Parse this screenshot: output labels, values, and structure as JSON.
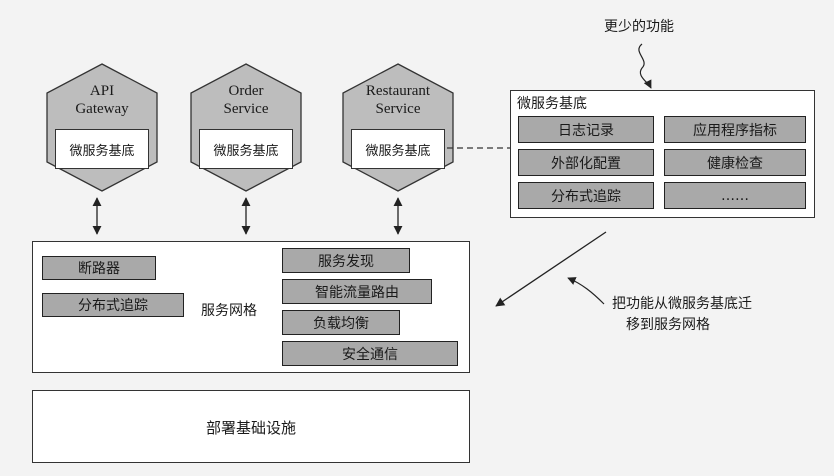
{
  "services": [
    {
      "title_line1": "API",
      "title_line2": "Gateway",
      "chassis_label": "微服务基底"
    },
    {
      "title_line1": "Order",
      "title_line2": "Service",
      "chassis_label": "微服务基底"
    },
    {
      "title_line1": "Restaurant",
      "title_line2": "Service",
      "chassis_label": "微服务基底"
    }
  ],
  "annotations": {
    "fewer_functions": "更少的功能",
    "move_line1": "把功能从微服务基底迁",
    "move_line2": "移到服务网格"
  },
  "chassis_panel": {
    "title": "微服务基底",
    "items": [
      "日志记录",
      "应用程序指标",
      "外部化配置",
      "健康检查",
      "分布式追踪",
      "……"
    ]
  },
  "service_mesh": {
    "label": "服务网格",
    "left_items": [
      "断路器",
      "分布式追踪"
    ],
    "right_items": [
      "服务发现",
      "智能流量路由",
      "负载均衡",
      "安全通信"
    ]
  },
  "infrastructure": {
    "label": "部署基础设施"
  },
  "colors": {
    "chip_fill": "#a9a9a9",
    "hexagon_fill": "#bdbdbd",
    "line": "#333333"
  }
}
